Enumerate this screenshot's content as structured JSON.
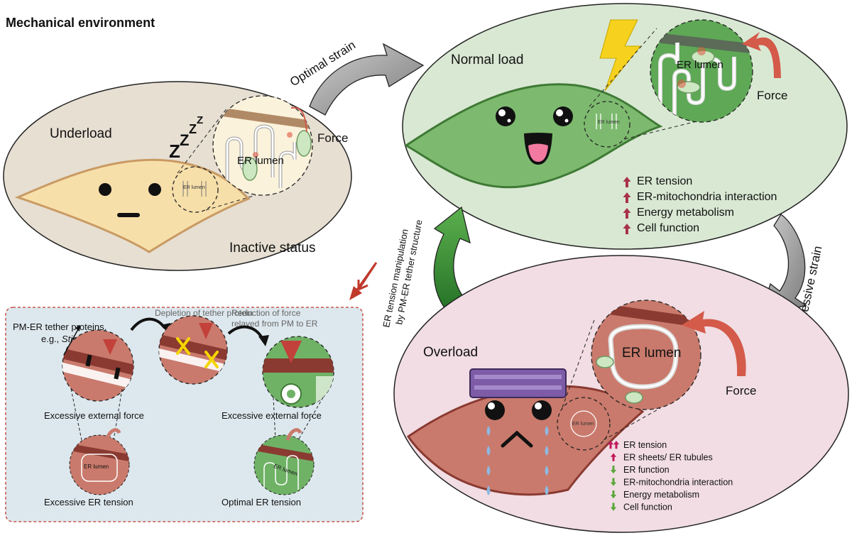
{
  "title": "Mechanical environment",
  "arrows": {
    "optimal_strain": "Optimal strain",
    "excessive_strain": "Excessive strain",
    "manipulation_line1": "ER tension manipulation",
    "manipulation_line2": "by PM-ER tether structure"
  },
  "underload": {
    "title": "Underload",
    "status": "Inactive status",
    "sleep": [
      "Z",
      "Z",
      "Z",
      "Z"
    ],
    "force": "Force",
    "lumen": "ER lumen",
    "small_lumen": "ER lumen"
  },
  "normal": {
    "title": "Normal load",
    "force": "Force",
    "lumen": "ER lumen",
    "small_lumen": "ER lumen",
    "effects": [
      "ER tension",
      "ER-mitochondria interaction",
      "Energy metabolism",
      "Cell function"
    ],
    "arrow_color": "#a8324c"
  },
  "overload": {
    "title": "Overload",
    "force": "Force",
    "lumen": "ER lumen",
    "small_lumen": "ER lumen",
    "effects": [
      {
        "text": "ER tension",
        "dir": "upup"
      },
      {
        "text": "ER sheets/ ER tubules",
        "dir": "up"
      },
      {
        "text": "ER function",
        "dir": "down"
      },
      {
        "text": "ER-mitochondria interaction",
        "dir": "down"
      },
      {
        "text": "Energy metabolism",
        "dir": "down"
      },
      {
        "text": "Cell function",
        "dir": "down"
      }
    ],
    "up_color": "#c2185b",
    "down_color": "#5aa63a"
  },
  "inset": {
    "tether_label_line1": "PM-ER tether proteins,",
    "tether_label_line2": "e.g., ",
    "tether_label_italic": "Stim1",
    "depletion": "Depletion of tether protein",
    "reduction_line1": "Reduction of force",
    "reduction_line2": "relayed from PM to ER",
    "left_force": "Excessive external force",
    "right_force": "Excessive external force",
    "left_tension": "Excessive ER tension",
    "right_tension": "Optimal ER tension",
    "left_lumen": "ER lumen",
    "right_lumen": "ER lumen"
  },
  "colors": {
    "underload_bg": "#e6dfd2",
    "normal_bg": "#d9e8d3",
    "overload_bg": "#f1dde3",
    "inset_bg": "#dde8ee",
    "underload_cell": "#f7dfaa",
    "normal_cell": "#7dba6f",
    "overload_cell": "#c97a6c",
    "force_arrow": "#d45a4a",
    "manip_arrow": "#3d8a3a"
  }
}
